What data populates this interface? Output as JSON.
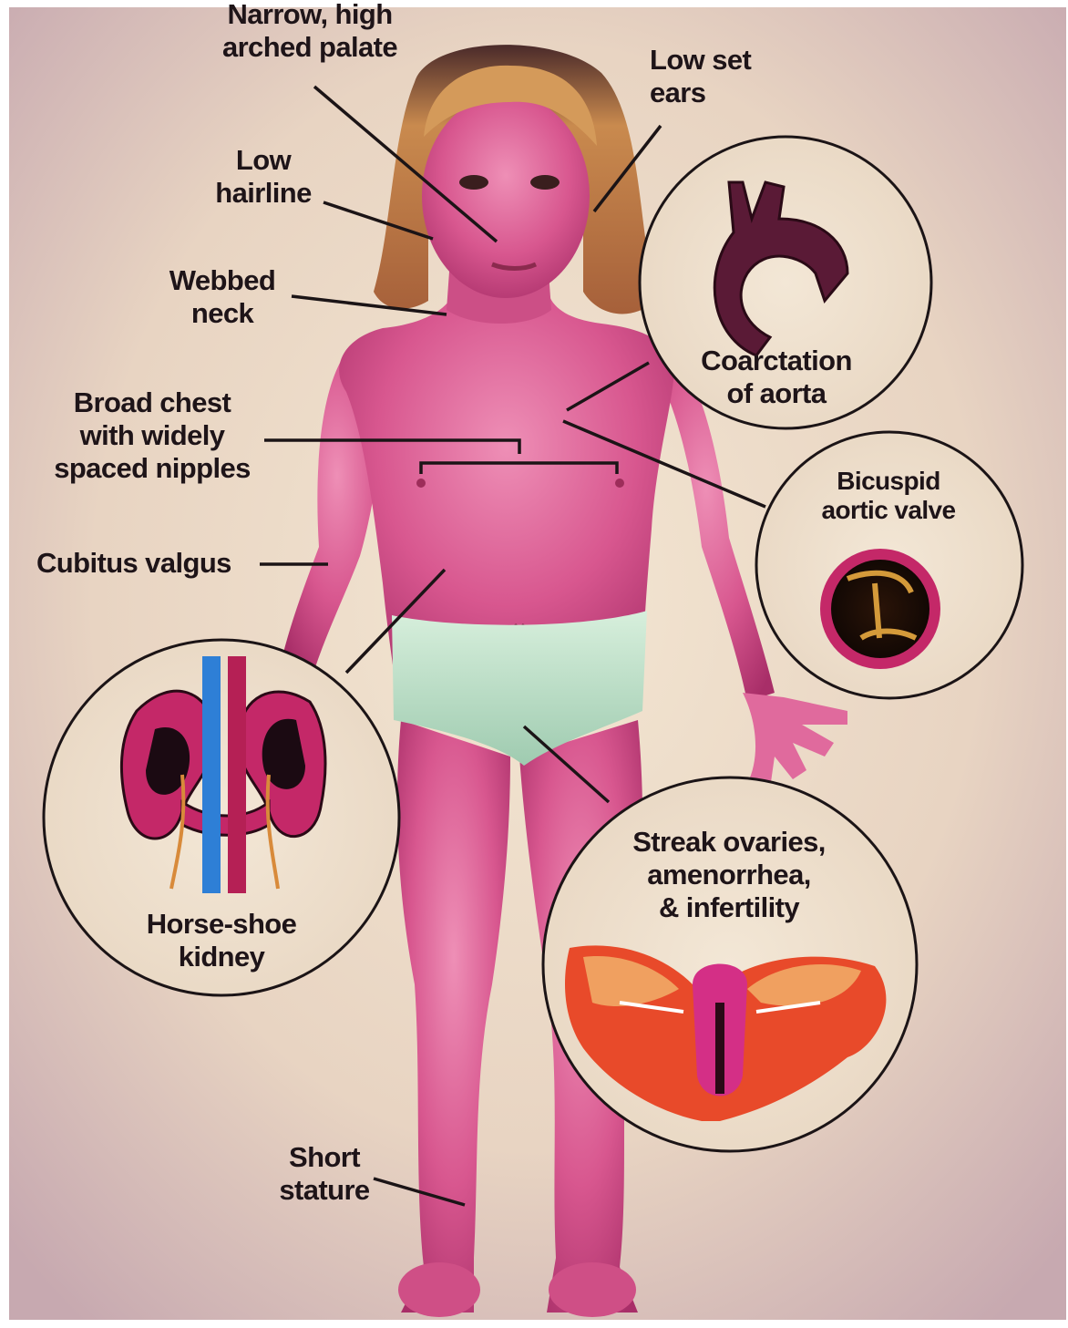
{
  "labels": {
    "palate": "Narrow, high\narched palate",
    "ears": "Low set\nears",
    "hairline": "Low\nhairline",
    "neck": "Webbed\nneck",
    "chest": "Broad chest\nwith widely\nspaced nipples",
    "cubitus": "Cubitus valgus",
    "stature": "Short\nstature"
  },
  "insets": {
    "aorta": "Coarctation\nof aorta",
    "valve": "Bicuspid\naortic valve",
    "kidney": "Horse-shoe\nkidney",
    "ovaries": "Streak ovaries,\namenorrhea,\n& infertility"
  },
  "colors": {
    "background": "#eadbc8",
    "skin": "#d8578f",
    "skin_shadow": "#a82e68",
    "hair": "#c98a4e",
    "underwear": "#bfe0c8",
    "text": "#1e1418"
  }
}
